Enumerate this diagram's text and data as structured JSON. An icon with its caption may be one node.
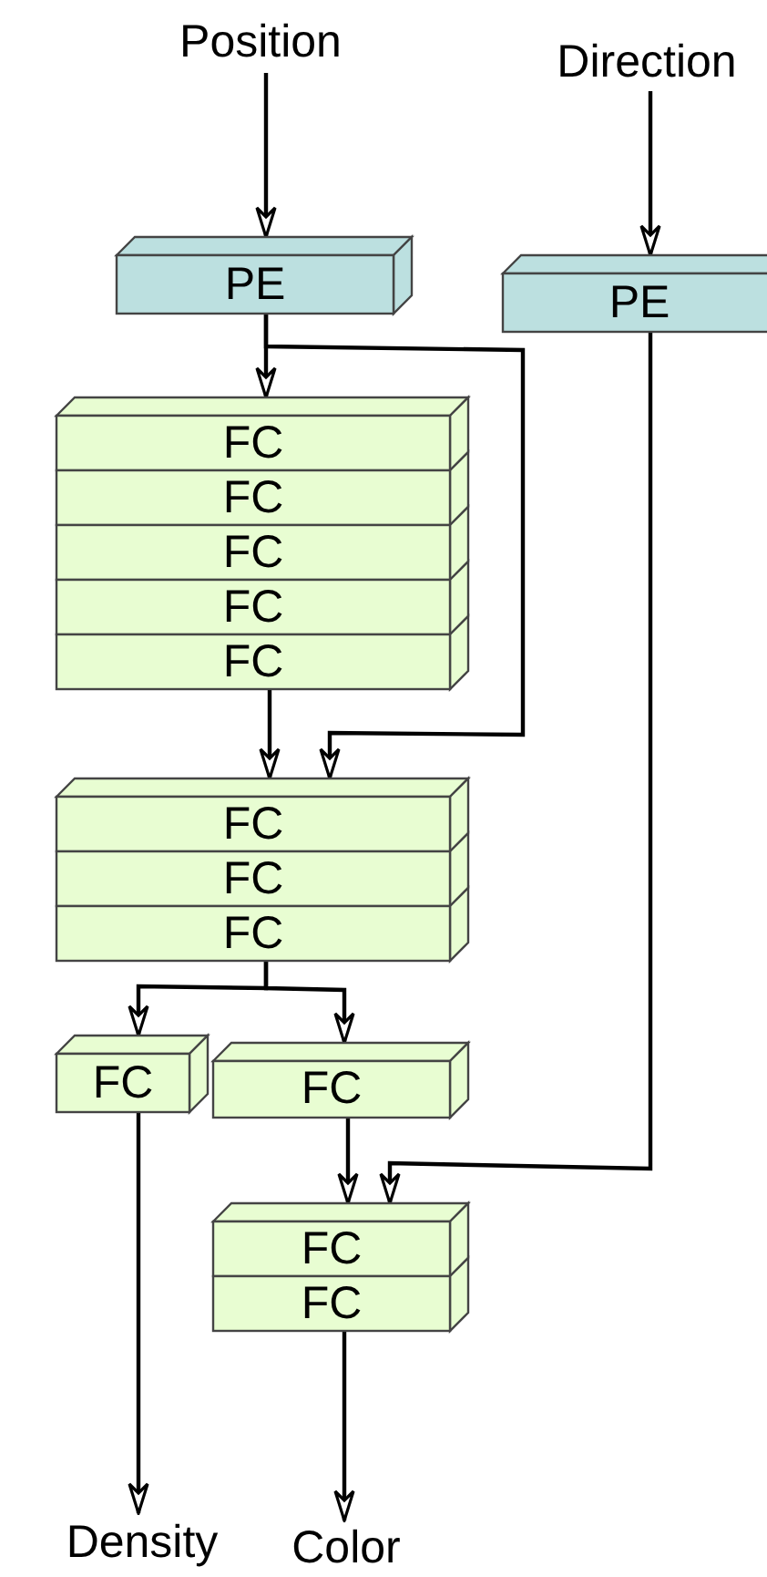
{
  "diagram": {
    "nodes": [
      {
        "text": [
          "Position"
        ]
      },
      {
        "text": [
          "Direction"
        ]
      },
      {
        "text": [
          "PE"
        ]
      },
      {
        "text": [
          "PE"
        ]
      },
      {
        "text": [
          "FC"
        ]
      },
      {
        "text": [
          "FC"
        ]
      },
      {
        "text": [
          "FC"
        ]
      },
      {
        "text": [
          "FC"
        ]
      },
      {
        "text": [
          "FC"
        ]
      },
      {
        "text": [
          "FC"
        ]
      },
      {
        "text": [
          "FC"
        ]
      },
      {
        "text": [
          "FC"
        ]
      },
      {
        "text": [
          "FC"
        ]
      },
      {
        "text": [
          "FC"
        ]
      },
      {
        "text": [
          "FC"
        ]
      },
      {
        "text": [
          "FC"
        ]
      },
      {
        "text": [
          "Density"
        ]
      },
      {
        "text": [
          "Color"
        ]
      }
    ],
    "edges": [
      {
        "from": 0,
        "to": 2,
        "arrow": "to"
      },
      {
        "from": 1,
        "to": 3,
        "arrow": "to"
      },
      {
        "from": 2,
        "to": 4,
        "arrow": "to"
      },
      {
        "from": 2,
        "to": 9,
        "arrow": "to"
      },
      {
        "from": 8,
        "to": 9,
        "arrow": "to"
      },
      {
        "from": 11,
        "to": 12,
        "arrow": "to"
      },
      {
        "from": 11,
        "to": 13,
        "arrow": "to"
      },
      {
        "from": 13,
        "to": 14,
        "arrow": "to"
      },
      {
        "from": 3,
        "to": 14,
        "arrow": "to"
      },
      {
        "from": 12,
        "to": 16,
        "arrow": "to"
      },
      {
        "from": 15,
        "to": 17,
        "arrow": "to"
      }
    ]
  }
}
